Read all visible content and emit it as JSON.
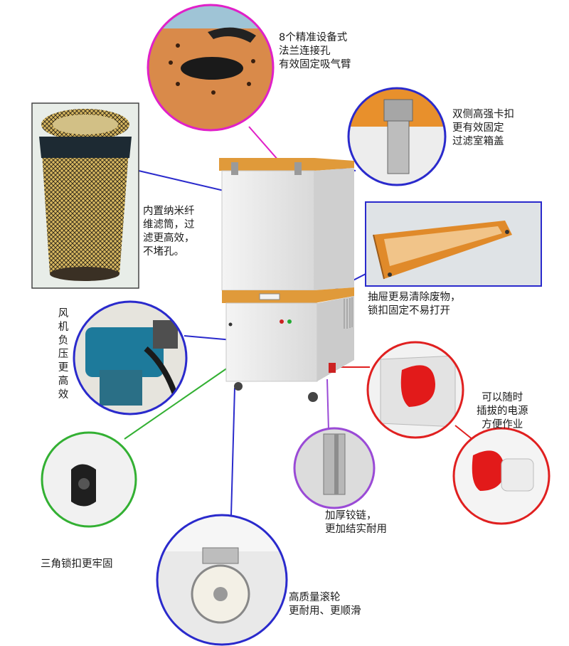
{
  "captions": {
    "flange": [
      "8个精准设备式",
      "法兰连接孔",
      "有效固定吸气臂"
    ],
    "latch": [
      "双侧高强卡扣",
      "更有效固定",
      "过滤室箱盖"
    ],
    "filter": [
      "内置纳米纤",
      "维滤筒，过",
      "滤更高效，",
      "不堵孔。"
    ],
    "drawer": [
      "抽屉更易清除废物，",
      "锁扣固定不易打开"
    ],
    "fan": [
      "风",
      "机",
      "负",
      "压",
      "更",
      "高",
      "效"
    ],
    "plug": [
      "可以随时",
      "插拔的电源",
      "方便作业"
    ],
    "lock": [
      "三角锁扣更牢固"
    ],
    "hinge": [
      "加厚铰链，",
      "更加结实耐用"
    ],
    "wheel": [
      "高质量滚轮",
      "更耐用、更顺滑"
    ]
  },
  "colors": {
    "magenta": "#e020c8",
    "blue": "#2a2acc",
    "green": "#33b033",
    "purple": "#9a4ad6",
    "red": "#e02020",
    "orange": "#e08a2a"
  }
}
